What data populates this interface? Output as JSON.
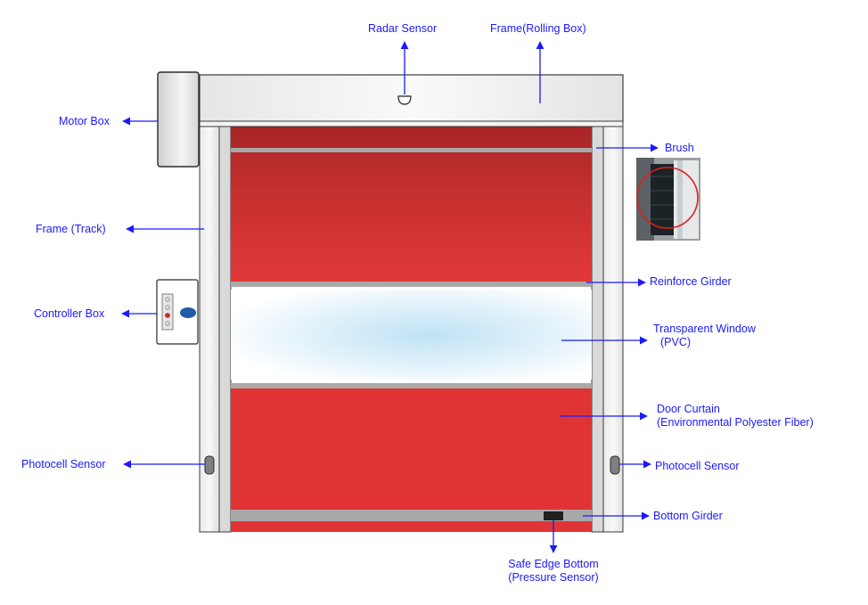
{
  "labels": {
    "radar_sensor": "Radar Sensor",
    "frame_rolling_box": "Frame(Rolling Box)",
    "motor_box": "Motor Box",
    "brush": "Brush",
    "frame_track": "Frame (Track)",
    "reinforce_girder": "Reinforce Girder",
    "controller_box": "Controller Box",
    "transparent_window_line1": "Transparent Window",
    "transparent_window_line2": "(PVC)",
    "door_curtain_line1": "Door Curtain",
    "door_curtain_line2": "(Environmental Polyester Fiber)",
    "photocell_sensor_left": "Photocell Sensor",
    "photocell_sensor_right": "Photocell Sensor",
    "bottom_girder": "Bottom Girder",
    "safe_edge_line1": "Safe Edge Bottom",
    "safe_edge_line2": "(Pressure Sensor)"
  },
  "colors": {
    "label_text": "#1a1aff",
    "arrow": "#1a1aff",
    "curtain_red": "#e03434",
    "curtain_dark_red": "#b52a2a",
    "girder_gray": "#a9a9a9",
    "frame_light": "#f2f2f2",
    "frame_outline": "#3a3a3a",
    "window_blue": "#c9e6f6"
  }
}
